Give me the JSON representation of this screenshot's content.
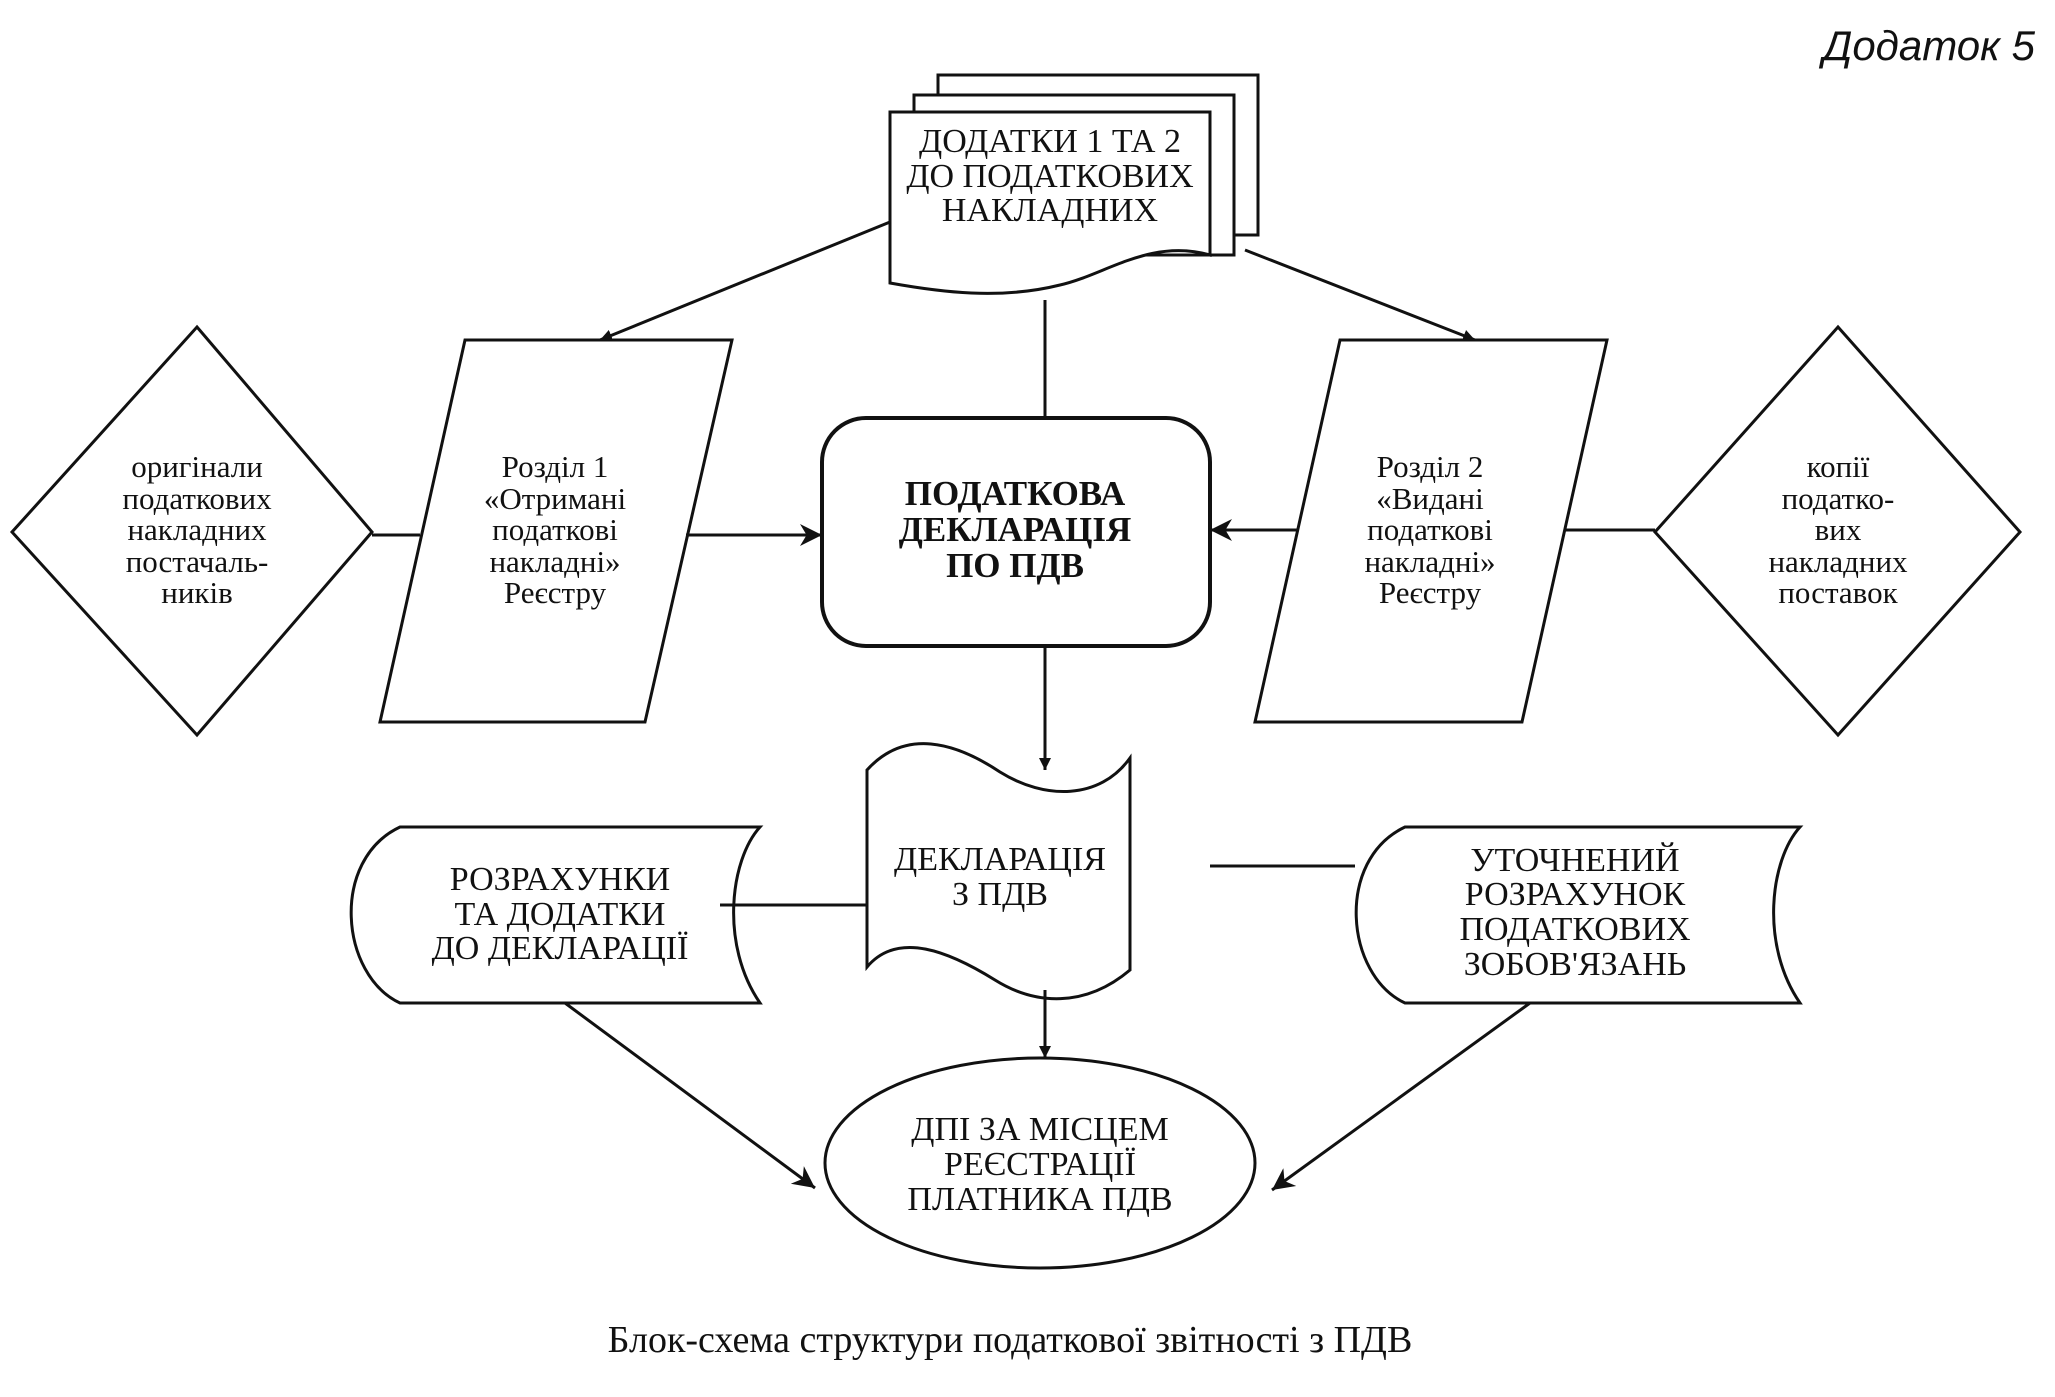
{
  "annex_label": "Додаток 5",
  "caption": "Блок-схема структури податкової звітності з ПДВ",
  "nodes": {
    "invoice_annexes": [
      "ДОДАТКИ 1 ТА 2",
      "ДО ПОДАТКОВИХ",
      "НАКЛАДНИХ"
    ],
    "originals": [
      "оригінали",
      "податкових",
      "накладних",
      "постачаль-",
      "ників"
    ],
    "section1": [
      "Розділ 1",
      "«Отримані",
      "податкові",
      "накладні»",
      "Реєстру"
    ],
    "tax_declaration": [
      "ПОДАТКОВА",
      "ДЕКЛАРАЦІЯ",
      "ПО ПДВ"
    ],
    "section2": [
      "Розділ 2",
      "«Видані",
      "податкові",
      "накладні»",
      "Реєстру"
    ],
    "copies": [
      "копії",
      "податко-",
      "вих",
      "накладних",
      "поставок"
    ],
    "calculations": [
      "РОЗРАХУНКИ",
      "ТА ДОДАТКИ",
      "ДО ДЕКЛАРАЦІЇ"
    ],
    "declaration": [
      "ДЕКЛАРАЦІЯ",
      "З ПДВ"
    ],
    "refined_calc": [
      "УТОЧНЕНИЙ",
      "РОЗРАХУНОК",
      "ПОДАТКОВИХ",
      "ЗОБОВ'ЯЗАНЬ"
    ],
    "tax_office": [
      "ДПІ ЗА МІСЦЕМ",
      "РЕЄСТРАЦІЇ",
      "ПЛАТНИКА ПДВ"
    ]
  }
}
